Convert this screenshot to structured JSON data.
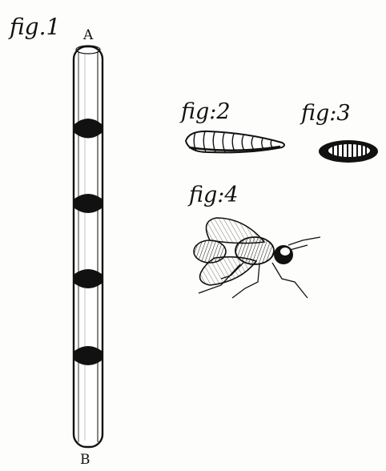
{
  "figures": {
    "fig1": {
      "label": "fig.1",
      "point_a": "A",
      "point_b": "B"
    },
    "fig2": {
      "label": "fig:2"
    },
    "fig3": {
      "label": "fig:3"
    },
    "fig4": {
      "label": "fig:4"
    }
  },
  "colors": {
    "ink": "#111111",
    "paper": "#fdfdfb"
  }
}
